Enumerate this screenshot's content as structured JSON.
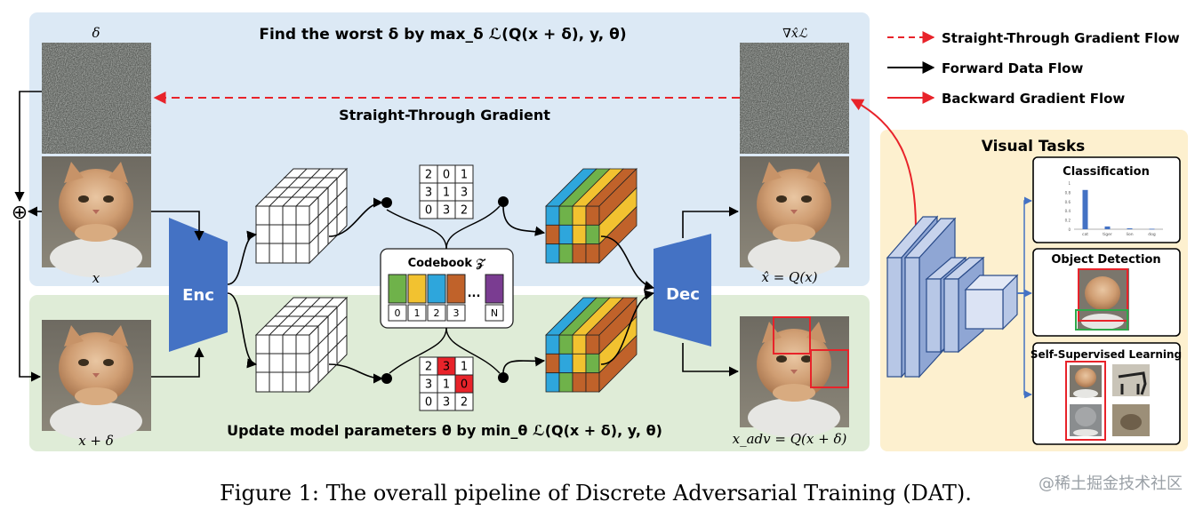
{
  "top_title": "Find the worst δ by max_δ ℒ(Q(x + δ), y, θ)",
  "bottom_title": "Update model parameters θ by min_θ ℒ(Q(x + δ), y, θ)",
  "straight_through_label": "Straight-Through Gradient",
  "labels": {
    "delta": "δ",
    "x": "x",
    "x_plus_delta": "x + δ",
    "grad": "∇x̂ℒ",
    "x_hat": "x̂ = Q(x)",
    "x_adv": "x_adv = Q(x + δ)",
    "oplus": "⊕"
  },
  "enc_label": "Enc",
  "dec_label": "Dec",
  "codebook": {
    "title": "Codebook 𝒵",
    "indices": [
      "0",
      "1",
      "2",
      "3",
      "N"
    ],
    "ellipsis": "...",
    "colors": [
      "#6fb24a",
      "#f2c230",
      "#2ea6dc",
      "#c0622a",
      "#7a3c91"
    ]
  },
  "grid_top": [
    "2",
    "0",
    "1",
    "3",
    "1",
    "3",
    "0",
    "3",
    "2"
  ],
  "grid_bottom": [
    "2",
    "3",
    "1",
    "3",
    "1",
    "0",
    "0",
    "3",
    "2"
  ],
  "grid_bottom_highlight": [
    1,
    5
  ],
  "legend": [
    {
      "label": "Straight-Through Gradient Flow",
      "color": "#e8232a",
      "style": "dashed"
    },
    {
      "label": "Forward Data Flow",
      "color": "#000000",
      "style": "solid"
    },
    {
      "label": "Backward Gradient Flow",
      "color": "#e8232a",
      "style": "solid"
    }
  ],
  "visual_tasks": {
    "title": "Visual Tasks",
    "tasks": [
      "Classification",
      "Object Detection",
      "Self-Supervised Learning"
    ],
    "classification_chart": {
      "type": "bar",
      "categories": [
        "cat",
        "tiger",
        "lion",
        "dog"
      ],
      "values": [
        0.85,
        0.06,
        0.02,
        0.01
      ],
      "yticks": [
        "1",
        "0.8",
        "0.6",
        "0.4",
        "0.2",
        "0"
      ],
      "ylim": [
        0,
        1
      ]
    }
  },
  "caption": "Figure 1: The overall pipeline of Discrete Adversarial Training (DAT).",
  "watermark": "@稀土掘金技术社区",
  "colors": {
    "top_panel": "#dce9f5",
    "bottom_panel": "#dfecd7",
    "right_panel": "#fdf0cf",
    "blue_block": "#4472c4",
    "red": "#e8232a"
  }
}
